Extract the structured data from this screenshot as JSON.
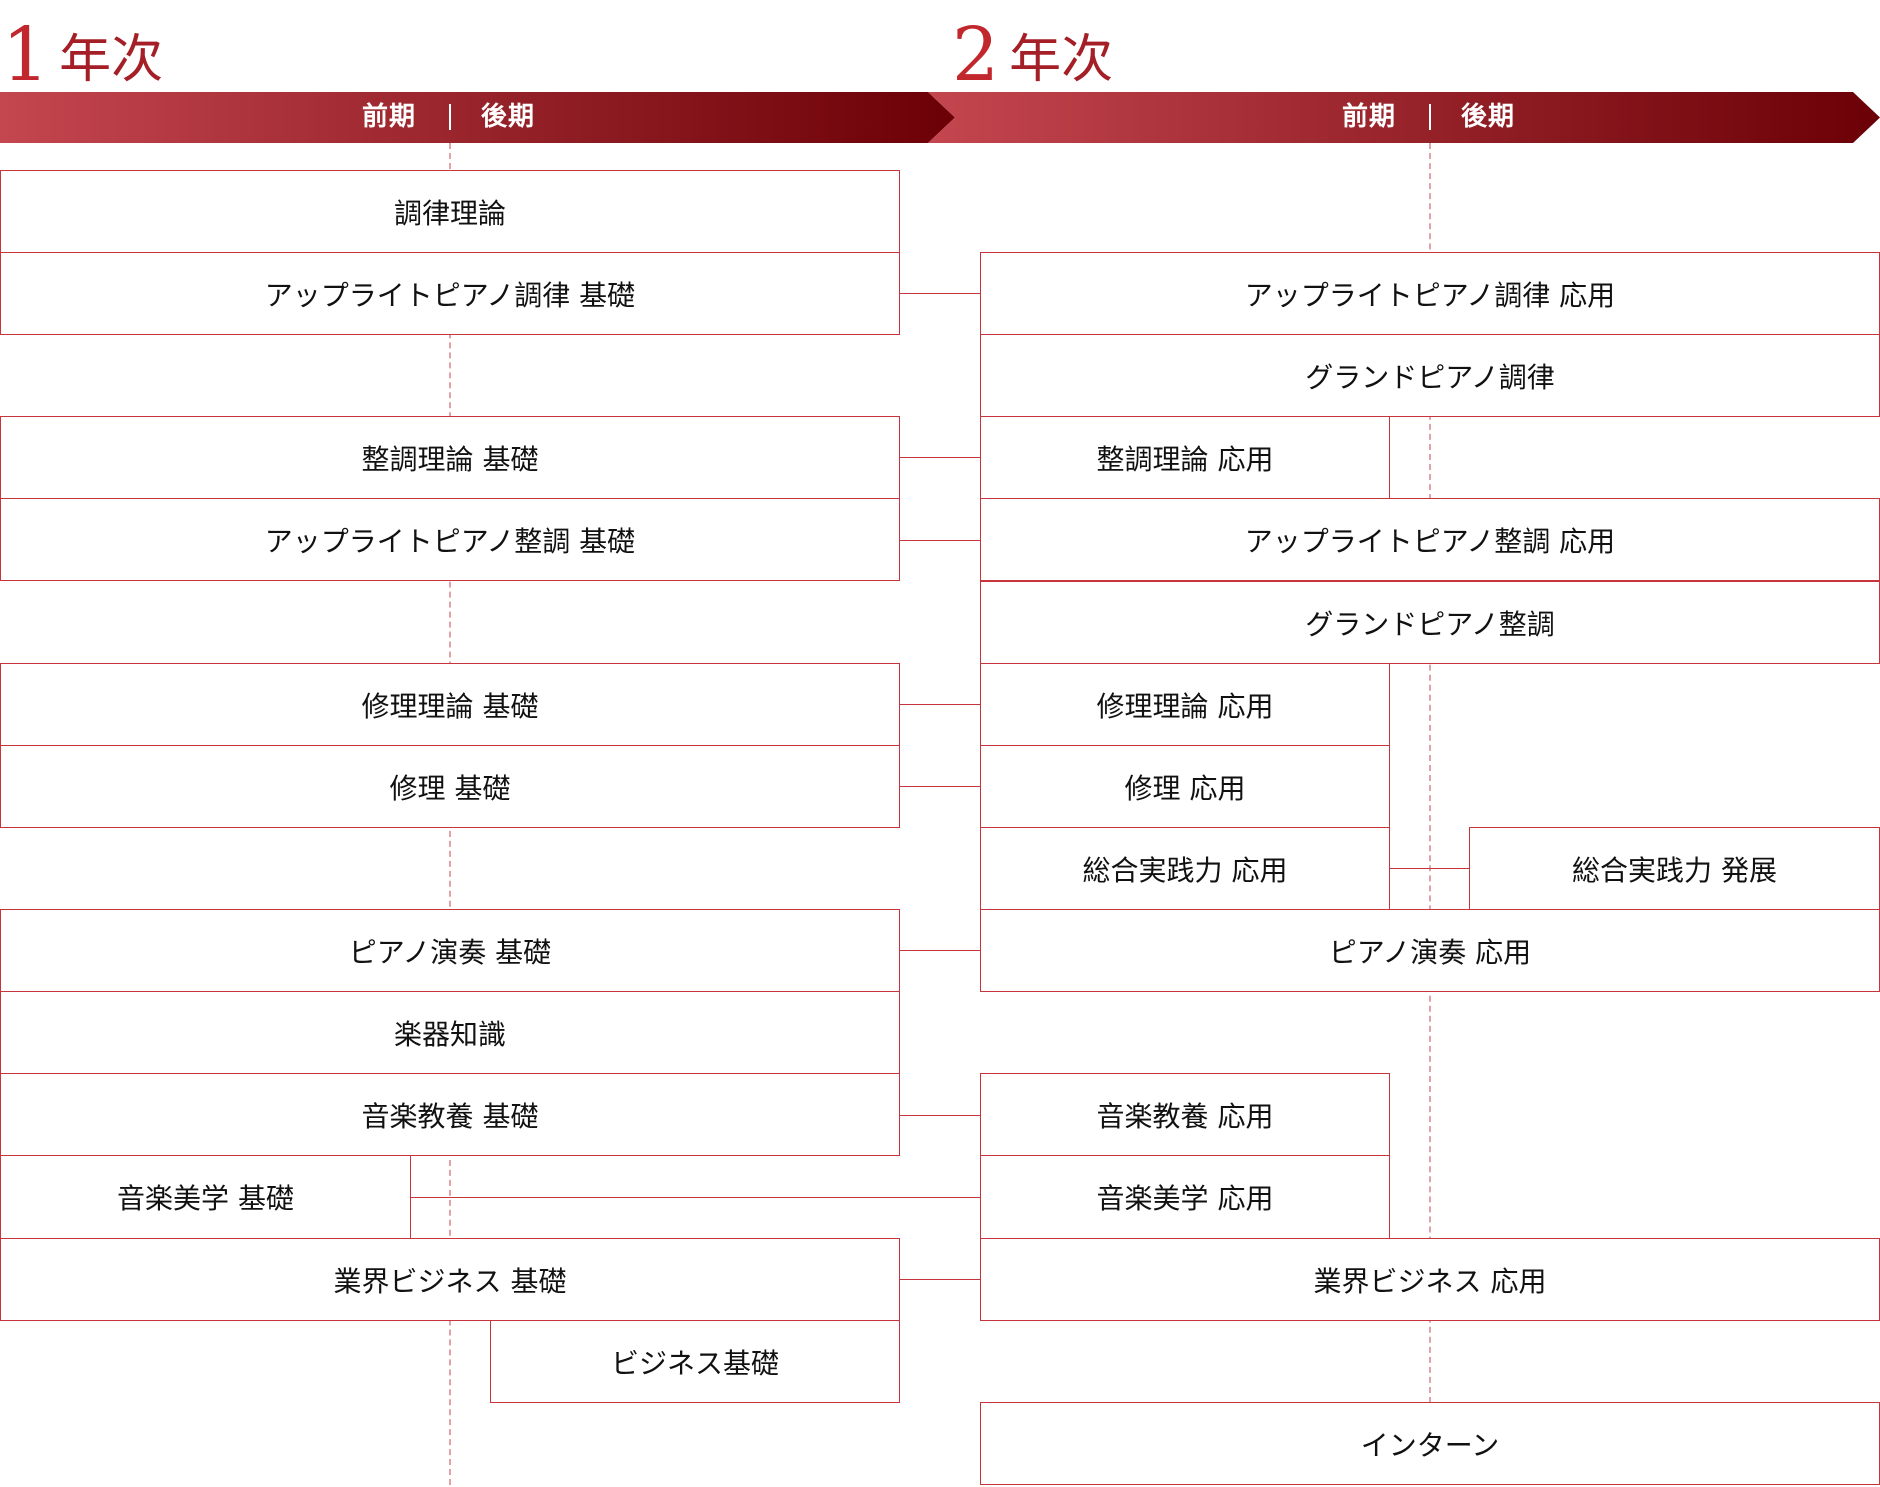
{
  "years": [
    {
      "number": "1",
      "label": "年次",
      "terms": [
        "前期",
        "後期"
      ]
    },
    {
      "number": "2",
      "label": "年次",
      "terms": [
        "前期",
        "後期"
      ]
    }
  ],
  "colors": {
    "accent": "#b2252c",
    "arrow_start": "#c4464f",
    "arrow_end": "#6b0006",
    "box_border": "#c8343c",
    "dashed": "#e2a3a8"
  },
  "year1": [
    "調律理論",
    "アップライトピアノ調律 基礎",
    "整調理論 基礎",
    "アップライトピアノ整調 基礎",
    "修理理論 基礎",
    "修理 基礎",
    "ピアノ演奏 基礎",
    "楽器知識",
    "音楽教養 基礎",
    "音楽美学 基礎",
    "業界ビジネス 基礎",
    "ビジネス基礎"
  ],
  "year2": [
    "アップライトピアノ調律 応用",
    "グランドピアノ調律",
    "整調理論 応用",
    "アップライトピアノ整調 応用",
    "グランドピアノ整調",
    "修理理論 応用",
    "修理 応用",
    "総合実践力 応用",
    "総合実践力 発展",
    "ピアノ演奏 応用",
    "音楽教養 応用",
    "音楽美学 応用",
    "業界ビジネス 応用",
    "インターン"
  ]
}
